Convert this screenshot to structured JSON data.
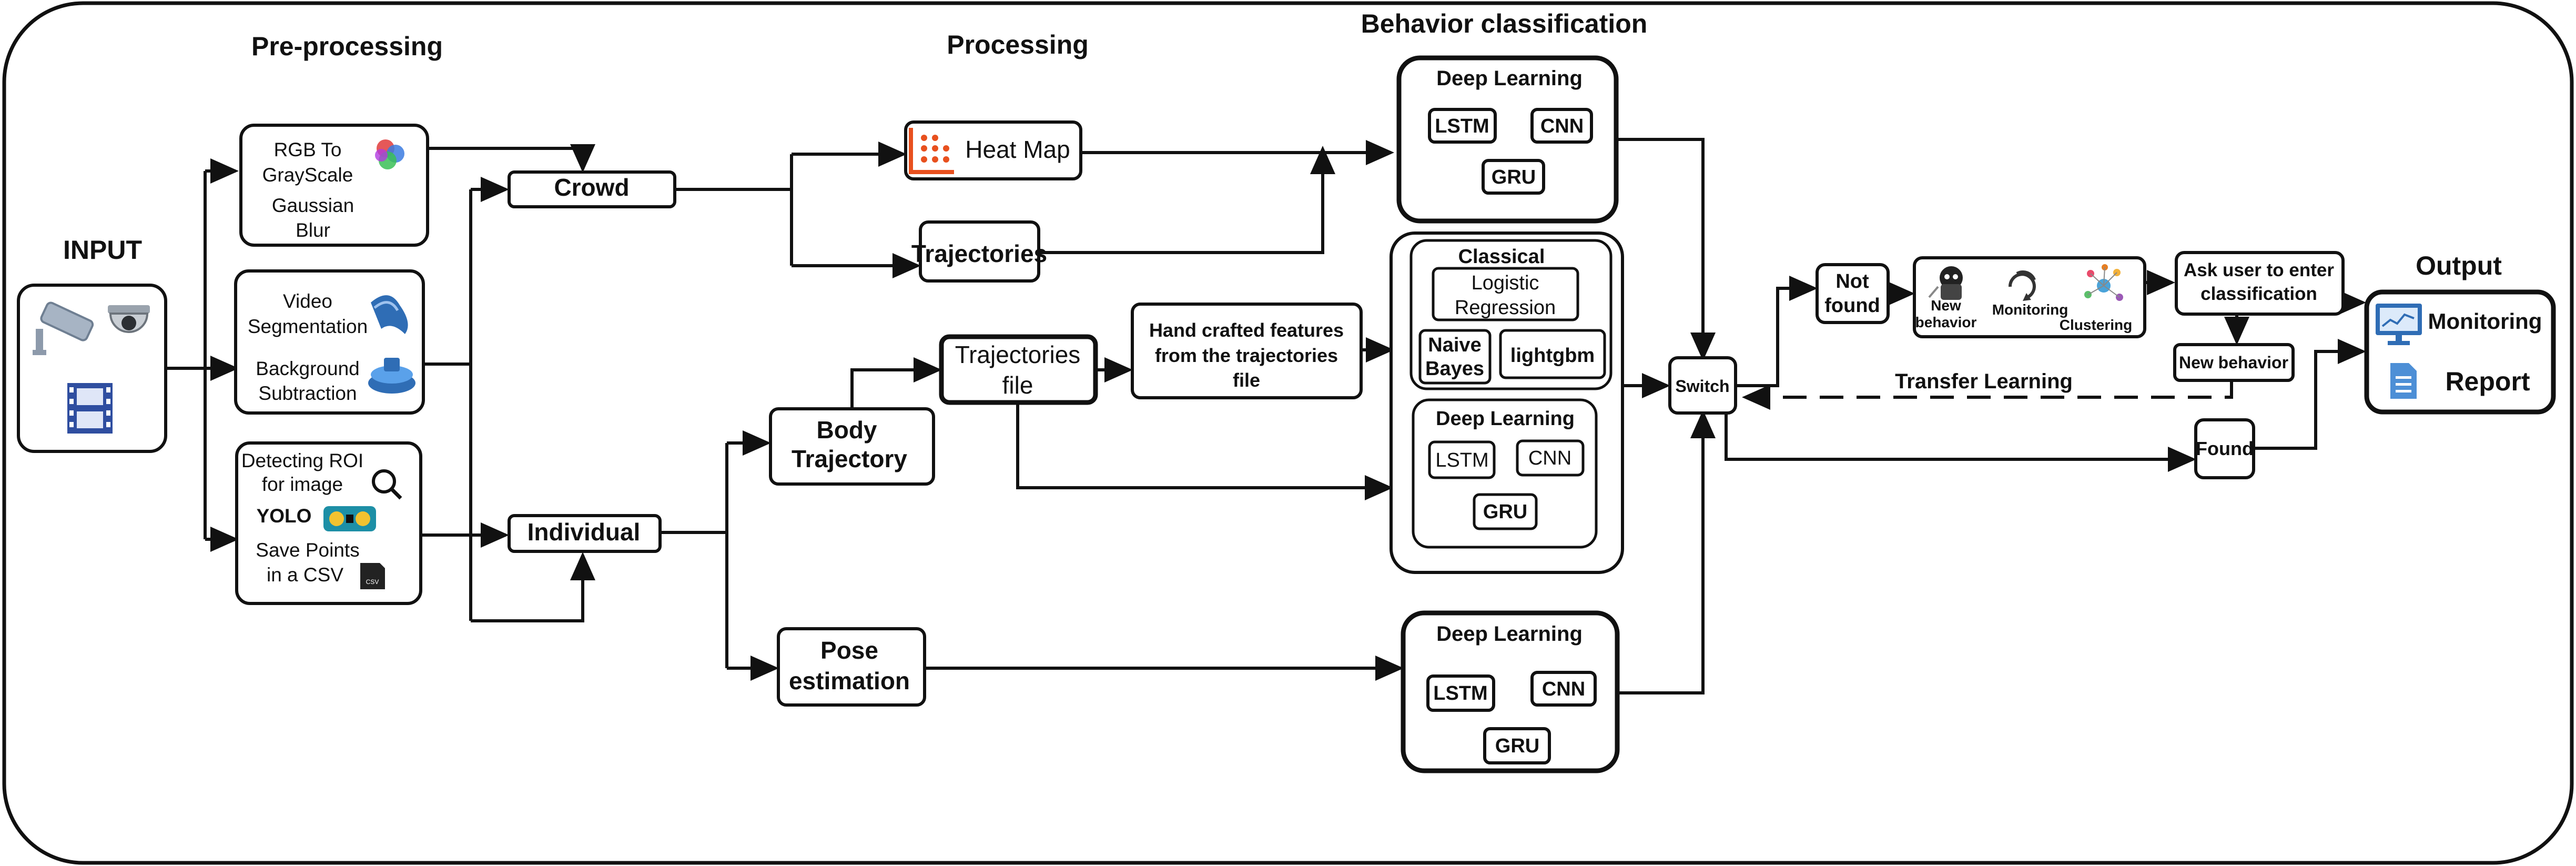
{
  "headings": {
    "preprocessing": "Pre-processing",
    "processing": "Processing",
    "behavior_classification": "Behavior classification",
    "input": "INPUT",
    "output": "Output"
  },
  "preprocessing": {
    "box1": [
      "RGB To",
      "GrayScale",
      "Gaussian",
      "Blur"
    ],
    "box2": [
      "Video",
      "Segmentation",
      "Background",
      "Subtraction"
    ],
    "box3": [
      "Detecting ROI",
      "for image",
      "YOLO",
      "Save Points",
      "in a CSV"
    ]
  },
  "nodes": {
    "crowd": "Crowd",
    "individual": "Individual",
    "heat_map": "Heat Map",
    "trajectories": "Trajectories",
    "body_trajectory": [
      "Body",
      "Trajectory"
    ],
    "trajectories_file": [
      "Trajectories",
      "file"
    ],
    "hand_crafted": [
      "Hand crafted features",
      "from the trajectories",
      "file"
    ],
    "pose_estimation": [
      "Pose",
      "estimation"
    ],
    "switch": "Switch",
    "not_found": [
      "Not",
      "found"
    ],
    "found": "Found",
    "ask_user": [
      "Ask user to enter",
      "classification"
    ],
    "new_behavior_box": "New behavior",
    "transfer_learning": "Transfer Learning",
    "new_behavior_label": [
      "New",
      "behavior"
    ],
    "monitoring_label": "Monitoring",
    "clustering_label": "Clustering"
  },
  "classifiers": {
    "deep_learning": "Deep Learning",
    "lstm": "LSTM",
    "cnn": "CNN",
    "gru": "GRU",
    "classical": "Classical",
    "logistic_regression": [
      "Logistic",
      "Regression"
    ],
    "naive_bayes": [
      "Naive",
      "Bayes"
    ],
    "lightgbm": "lightgbm"
  },
  "output": {
    "monitoring": "Monitoring",
    "report": "Report"
  },
  "icons": [
    "cctv-camera-icon",
    "dome-camera-icon",
    "film-strip-icon",
    "color-wheel-icon",
    "film-reel-icon",
    "layers-icon",
    "magnifier-icon",
    "yolo-logo-icon",
    "csv-file-icon",
    "heat-map-icon",
    "robot-icon",
    "cycle-icon",
    "cluster-icon",
    "monitor-chart-icon",
    "document-icon"
  ],
  "colors": {
    "heat_map_accent": "#e8501e",
    "icon_blue": "#2f6db5",
    "line": "#111111"
  }
}
